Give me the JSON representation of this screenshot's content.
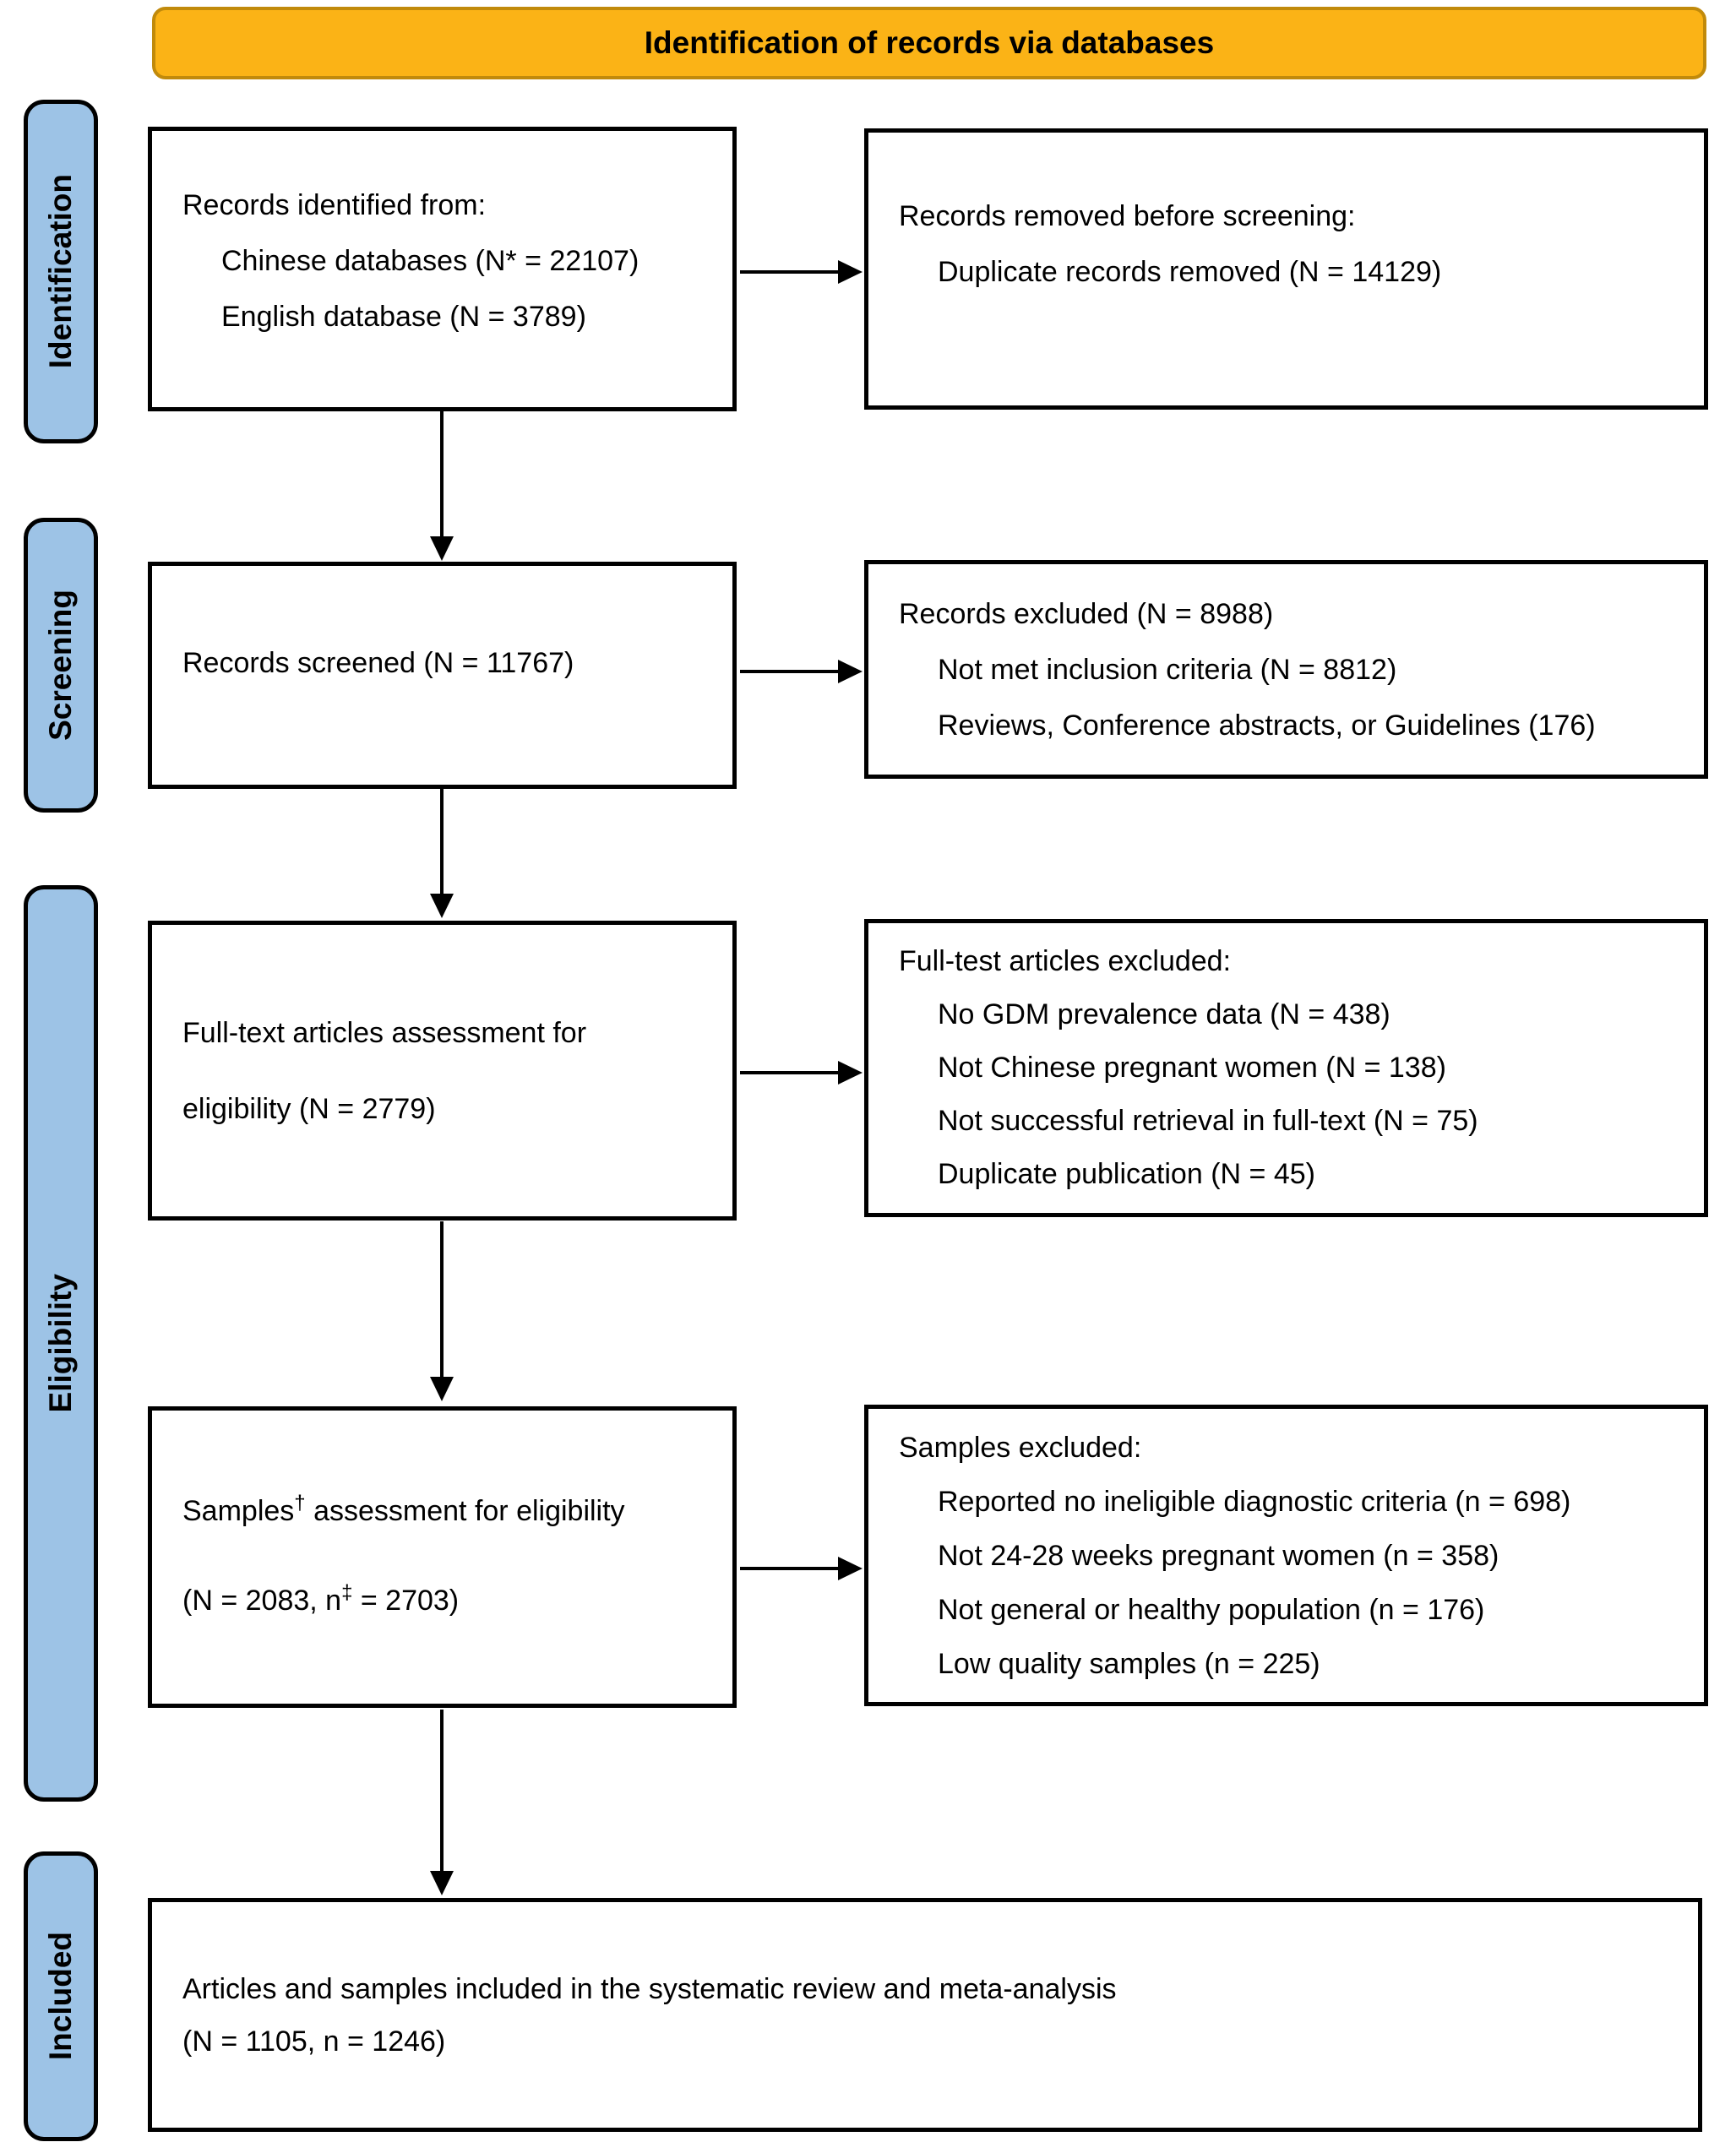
{
  "banner": {
    "title": "Identification of records via databases"
  },
  "sidebar": {
    "stages": [
      {
        "label": "Identification"
      },
      {
        "label": "Screening"
      },
      {
        "label": "Eligibility"
      },
      {
        "label": "Included"
      }
    ]
  },
  "flow": {
    "records_identified": {
      "line1": "Records identified from:",
      "items": [
        "Chinese databases (N* = 22107)",
        "English database (N = 3789)"
      ]
    },
    "records_removed": {
      "line1": "Records removed before screening:",
      "items": [
        "Duplicate records removed (N = 14129)"
      ]
    },
    "records_screened": {
      "line1": "Records screened (N = 11767)"
    },
    "records_excluded": {
      "line1": "Records excluded (N = 8988)",
      "items": [
        "Not met inclusion criteria (N = 8812)",
        "Reviews, Conference abstracts, or Guidelines (176)"
      ]
    },
    "fulltext_assessed": {
      "line1": "Full-text articles assessment for",
      "line2": "eligibility (N = 2779)"
    },
    "fulltext_excluded": {
      "line1": "Full-test articles excluded:",
      "items": [
        "No GDM prevalence data (N = 438)",
        "Not Chinese pregnant women (N = 138)",
        "Not successful retrieval in full-text (N = 75)",
        "Duplicate publication (N = 45)"
      ]
    },
    "samples_assessed": {
      "line1_pre": "Samples",
      "line1_sup": "†",
      "line1_post": " assessment for eligibility",
      "line2_pre": "(N = 2083, n",
      "line2_sup": "‡",
      "line2_post": " = 2703)"
    },
    "samples_excluded": {
      "line1": "Samples excluded:",
      "items": [
        "Reported no ineligible diagnostic criteria (n = 698)",
        "Not 24-28 weeks pregnant women (n = 358)",
        "Not general or healthy population (n = 176)",
        "Low quality samples (n = 225)"
      ]
    },
    "included": {
      "line1": "Articles and samples included in the systematic review and meta-analysis",
      "line2": "(N = 1105, n = 1246)"
    }
  },
  "colors": {
    "banner_fill": "#FBB316",
    "banner_border": "#C18A0B",
    "stage_fill": "#9DC3E6",
    "box_border": "#000000",
    "arrow": "#000000"
  }
}
